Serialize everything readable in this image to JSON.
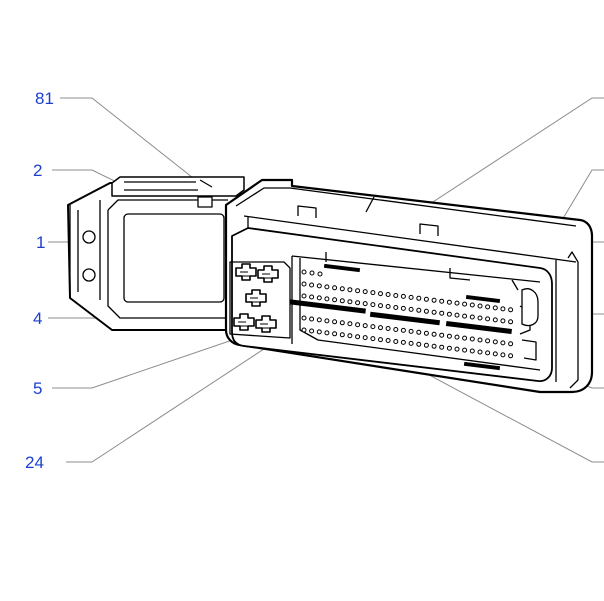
{
  "colors": {
    "label": "#1a3fd1",
    "leader": "#8c8c8c",
    "outline": "#000000"
  },
  "callouts": {
    "c81": "81",
    "c2": "2",
    "c1": "1",
    "c4": "4",
    "c5": "5",
    "c24": "24"
  }
}
